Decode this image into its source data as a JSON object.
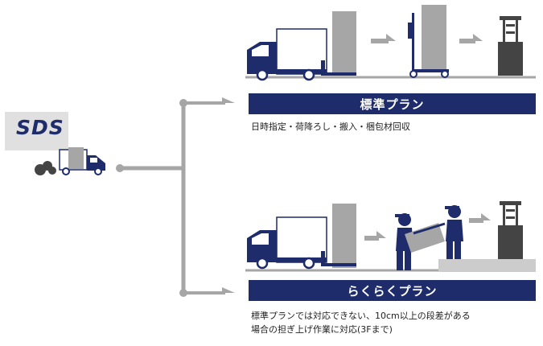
{
  "logo": {
    "text": "SDS"
  },
  "plans": [
    {
      "title": "標準プラン",
      "description_lines": [
        "日時指定・荷降ろし・搬入・梱包材回収"
      ]
    },
    {
      "title": "らくらくプラン",
      "description_lines": [
        "標準プランでは対応できない、10cm以上の段差がある",
        "場合の担ぎ上げ作業に対応(3Fまで)"
      ]
    }
  ],
  "colors": {
    "navy": "#1f2c6b",
    "gray": "#a6a6a6",
    "light_gray": "#dddddd",
    "dark_gray": "#444444"
  }
}
